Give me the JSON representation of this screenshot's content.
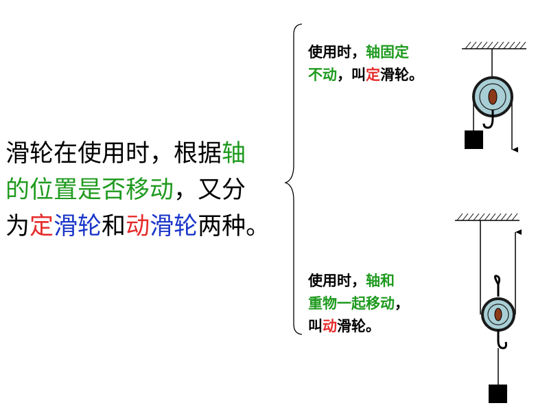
{
  "intro": {
    "line1": {
      "a": "滑轮在使用时，根据",
      "b": "轴"
    },
    "line2": {
      "a": "的位置是否移动",
      "b": "，又分"
    },
    "line3": {
      "a": "为",
      "b": "定",
      "c": "滑轮",
      "d": "和",
      "e": "动",
      "f": "滑轮",
      "g": "两种。"
    }
  },
  "fixed_pulley": {
    "line1": {
      "a": "使用时，",
      "b": "轴固定"
    },
    "line2": {
      "a": "不动",
      "b": "，叫",
      "c": "定",
      "d": "滑轮。"
    }
  },
  "movable_pulley": {
    "line1": {
      "a": "使用时，",
      "b": "轴和"
    },
    "line2": {
      "a": "重物一起移动",
      "b": "，"
    },
    "line3": {
      "a": "叫",
      "b": "动",
      "c": "滑轮。"
    }
  },
  "colors": {
    "green": "#1f9a1f",
    "red": "#e62b2b",
    "blue": "#1a35c8",
    "pulley_fill": "#a9cfd6",
    "axle": "#8b3a1a"
  },
  "icons": [
    "fixed-pulley-icon",
    "movable-pulley-icon",
    "curly-brace-icon"
  ]
}
